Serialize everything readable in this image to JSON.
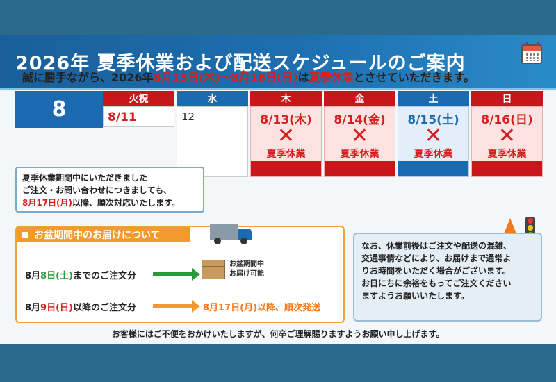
{
  "banner": {
    "title": "2026年 夏季休業および配送スケジュールのご案内"
  },
  "subtitle": {
    "prefix": "誠に勝手ながら、2026年",
    "range": "8月13日(木)～8月16日(日)",
    "mid": "は",
    "term": "夏季休業",
    "suffix": "とさせていただきます。"
  },
  "calendar": {
    "month": "8",
    "days": [
      {
        "head": "火祝",
        "date": "8/11"
      },
      {
        "head": "水",
        "date": "12"
      },
      {
        "head": "木",
        "date": "8/13(木)"
      },
      {
        "head": "金",
        "date": "8/14(金)"
      },
      {
        "head": "土",
        "date": "8/15(土)"
      },
      {
        "head": "日",
        "date": "8/16(日)"
      }
    ],
    "holiday_mark": "✕",
    "holiday_label": "夏季休業"
  },
  "notice": {
    "line1": "夏季休業期間中にいただきました",
    "line2": "ご注文・お問い合わせにつきましても、",
    "line3_red": "8月17日(月)",
    "line3_rest": "以降、順次対応いたします。"
  },
  "obon": {
    "header": "お盆期間中のお届けについて",
    "row1_a": "8月",
    "row1_b": "8日(土)",
    "row1_c": "までのご注文分",
    "row1_result_1": "お盆期間中",
    "row1_result_2": "お届け可能",
    "row2_a": "8月",
    "row2_b": "9日(日)",
    "row2_c": "以降のご注文分",
    "row2_result": "8月17日(月)以降、順次発送"
  },
  "right_note": {
    "lines": [
      "なお、休業前後はご注文や配送の混雑、",
      "交通事情などにより、お届けまで通常よ",
      "りお時間をいただく場合がございます。",
      "お日にちに余裕をもってご注文ください",
      "ますようお願いいたします。"
    ]
  },
  "footer": {
    "text": "お客様にはご不便をおかけいたしますが、何卒ご理解賜りますようお願い申し上げます。"
  },
  "colors": {
    "banner": "#1c6bb0",
    "holiday": "#c8161d",
    "saturday": "#1c6bb0",
    "accent_orange": "#f29a2e",
    "green": "#2a9a3a"
  }
}
